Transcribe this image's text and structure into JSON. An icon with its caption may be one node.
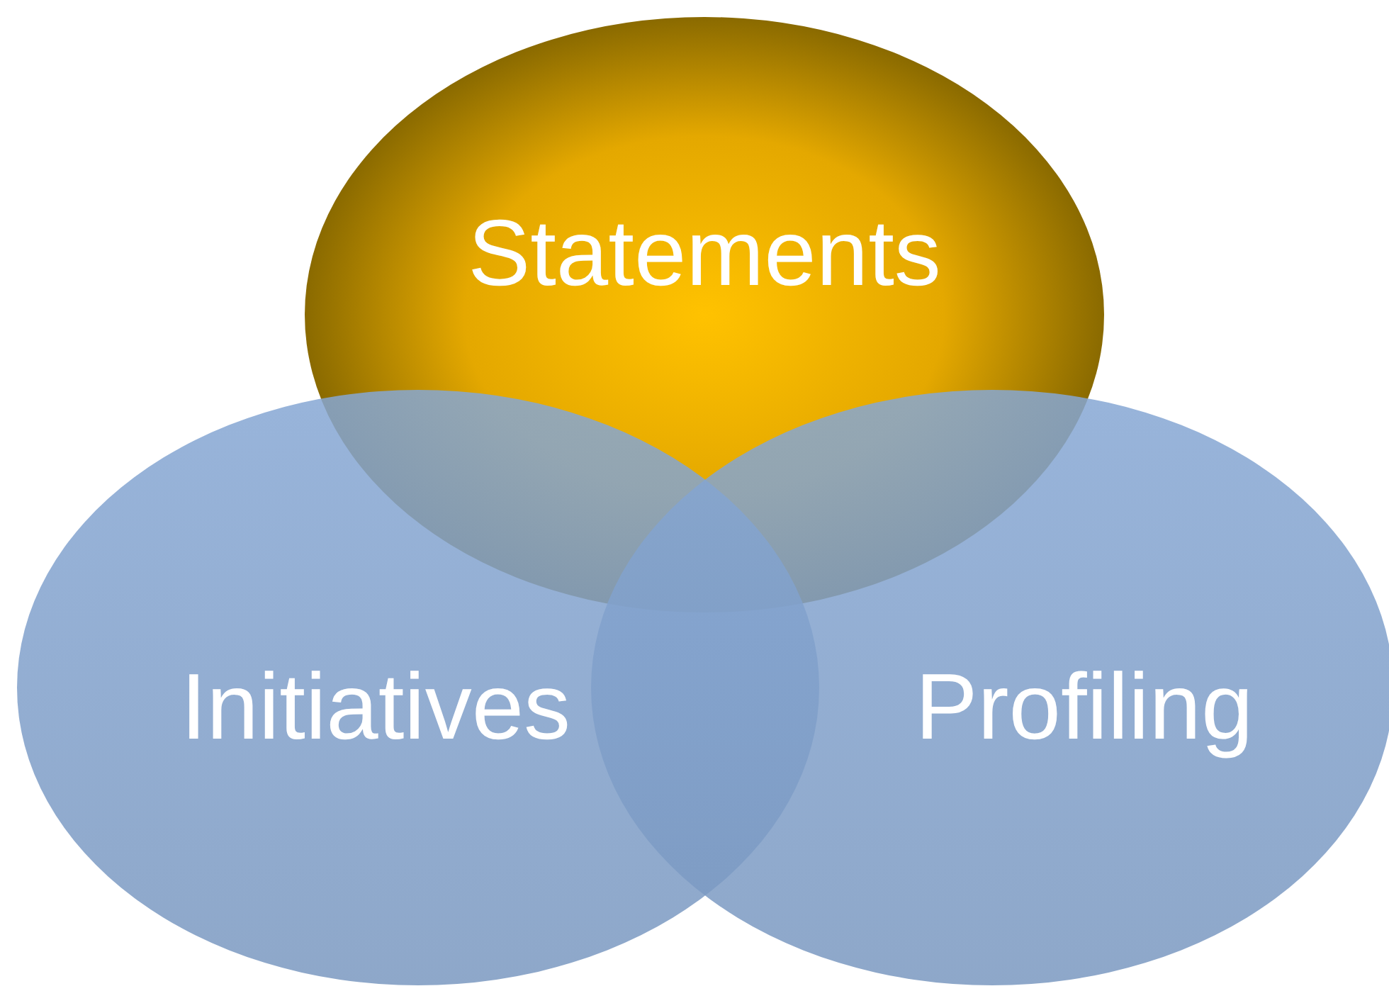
{
  "diagram": {
    "nodes": [
      {
        "text": [
          "Statements"
        ]
      },
      {
        "text": [
          "Initiatives"
        ]
      },
      {
        "text": [
          "Profiling"
        ]
      }
    ]
  }
}
